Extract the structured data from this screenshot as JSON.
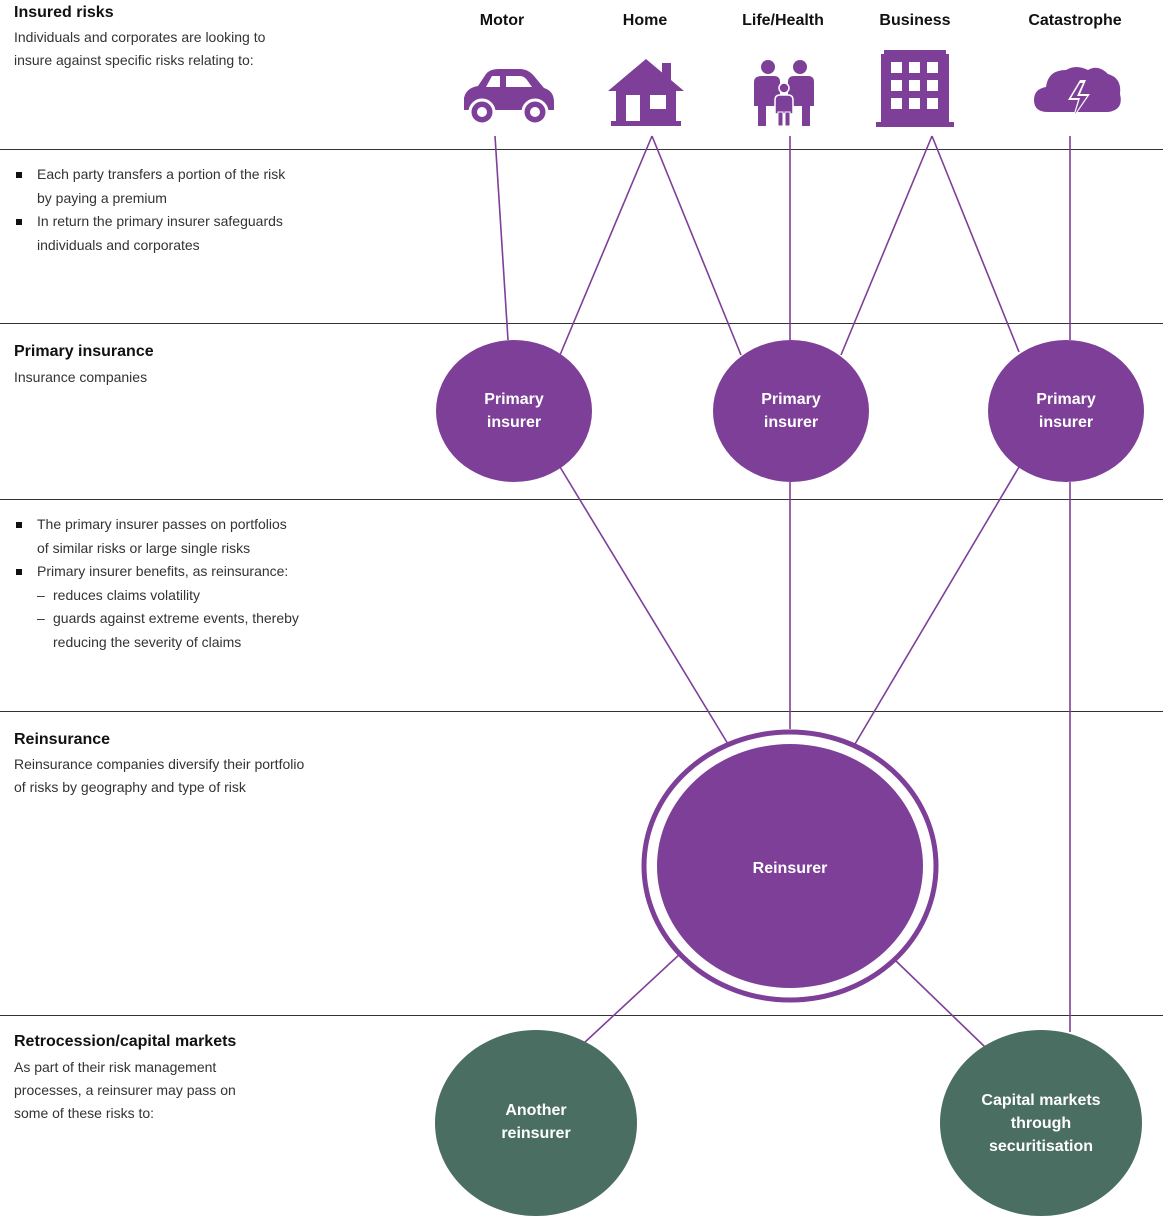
{
  "sections": {
    "insured_risks": {
      "title": "Insured risks",
      "desc_lines": [
        "Individuals and corporates are looking to",
        "insure against specific risks relating to:"
      ]
    },
    "transfer_bullets": [
      [
        "Each party transfers a portion of the risk",
        "by paying a premium"
      ],
      [
        "In return the primary insurer safeguards",
        "individuals and corporates"
      ]
    ],
    "primary_insurance": {
      "title": "Primary insurance",
      "desc": "Insurance companies"
    },
    "reinsurance_bullets": {
      "b1": [
        "The primary insurer passes on portfolios",
        "of similar risks or large single risks"
      ],
      "b2": "Primary insurer benefits, as reinsurance:",
      "sub1": "reduces claims volatility",
      "sub2": [
        "guards against extreme events, thereby",
        "reducing the severity of claims"
      ]
    },
    "reinsurance": {
      "title": "Reinsurance",
      "desc_lines": [
        "Reinsurance companies diversify their portfolio",
        "of risks by geography and type of risk"
      ]
    },
    "retrocession": {
      "title": "Retrocession/capital markets",
      "desc_lines": [
        "As part of their risk management",
        "processes, a reinsurer may pass on",
        "some of these risks to:"
      ]
    }
  },
  "categories": [
    {
      "label": "Motor",
      "icon": "car-icon"
    },
    {
      "label": "Home",
      "icon": "house-icon"
    },
    {
      "label": "Life/Health",
      "icon": "family-icon"
    },
    {
      "label": "Business",
      "icon": "building-icon"
    },
    {
      "label": "Catastrophe",
      "icon": "storm-cloud-icon"
    }
  ],
  "nodes": {
    "primary1": [
      "Primary",
      "insurer"
    ],
    "primary2": [
      "Primary",
      "insurer"
    ],
    "primary3": [
      "Primary",
      "insurer"
    ],
    "reinsurer": "Reinsurer",
    "another": [
      "Another",
      "reinsurer"
    ],
    "capital": [
      "Capital markets",
      "through",
      "securitisation"
    ]
  },
  "colors": {
    "purple": "#7e3f98",
    "green": "#4a6e62",
    "line": "#333333"
  }
}
